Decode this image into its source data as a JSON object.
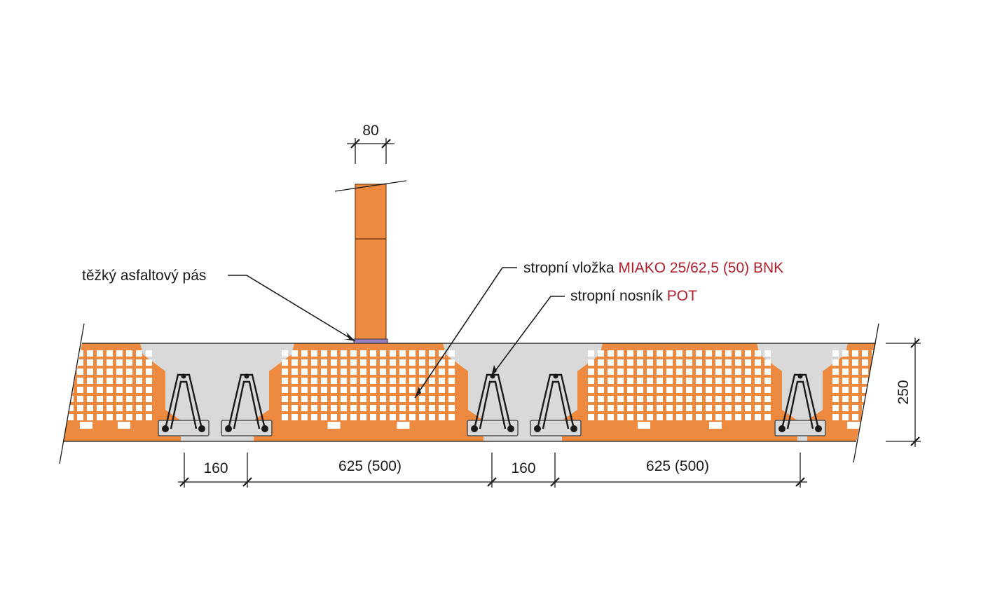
{
  "labels": {
    "asphalt": "těžký asfaltový pás",
    "insert_prefix": "stropní vložka ",
    "insert_product": "MIAKO 25/62,5 (50) BNK",
    "beam_prefix": "stropní nosník ",
    "beam_product": "POT"
  },
  "dimensions": {
    "wall_width": "80",
    "slab_height": "250",
    "beam_width_1": "160",
    "insert_span_1": "625 (500)",
    "beam_width_2": "160",
    "insert_span_2": "625 (500)"
  },
  "colors": {
    "brick": "#ed8a3f",
    "concrete": "#d9d9d9",
    "product_text": "#b0202c"
  }
}
